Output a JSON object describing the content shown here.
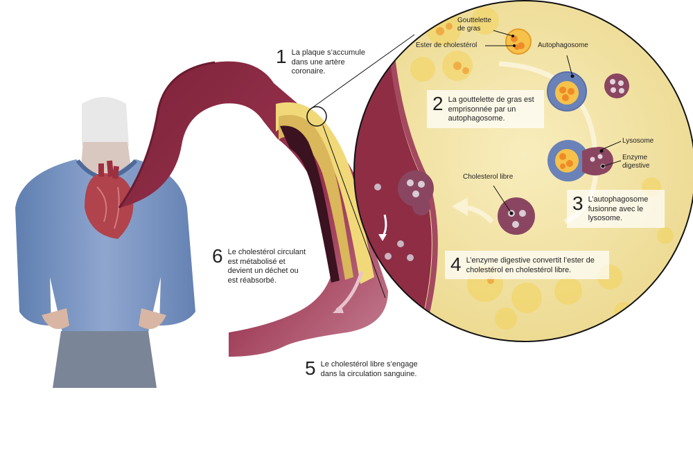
{
  "steps": [
    {
      "num": "1",
      "text": "La plaque s’accumule dans une artère coronaire."
    },
    {
      "num": "2",
      "text": "La gouttelette de gras est emprisonnée par un autophagosome."
    },
    {
      "num": "3",
      "text": "L’autophagosome fusionne avec le lysosome."
    },
    {
      "num": "4",
      "text": "L’enzyme digestive convertit l’ester de cholestérol en cholestérol libre."
    },
    {
      "num": "5",
      "text": "Le cholestérol libre s’engage dans la circulation sanguine."
    },
    {
      "num": "6",
      "text": "Le cholestérol circulant est métabolisé et devient un déchet ou est réabsorbé."
    }
  ],
  "labels": {
    "fat_droplet": "Gouttelette de gras",
    "cholesterol_ester": "Ester de cholestérol",
    "autophagosome": "Autophagosome",
    "lysosome": "Lysosome",
    "digestive_enzyme": "Enzyme digestive",
    "free_cholesterol": "Cholesterol libre"
  },
  "colors": {
    "artery": "#8f2d45",
    "plaque": "#f1d97a",
    "magnified_background": "#f6e7ae",
    "autophagosome_membrane": "#5f77ad",
    "lysosome": "#8a4660"
  }
}
